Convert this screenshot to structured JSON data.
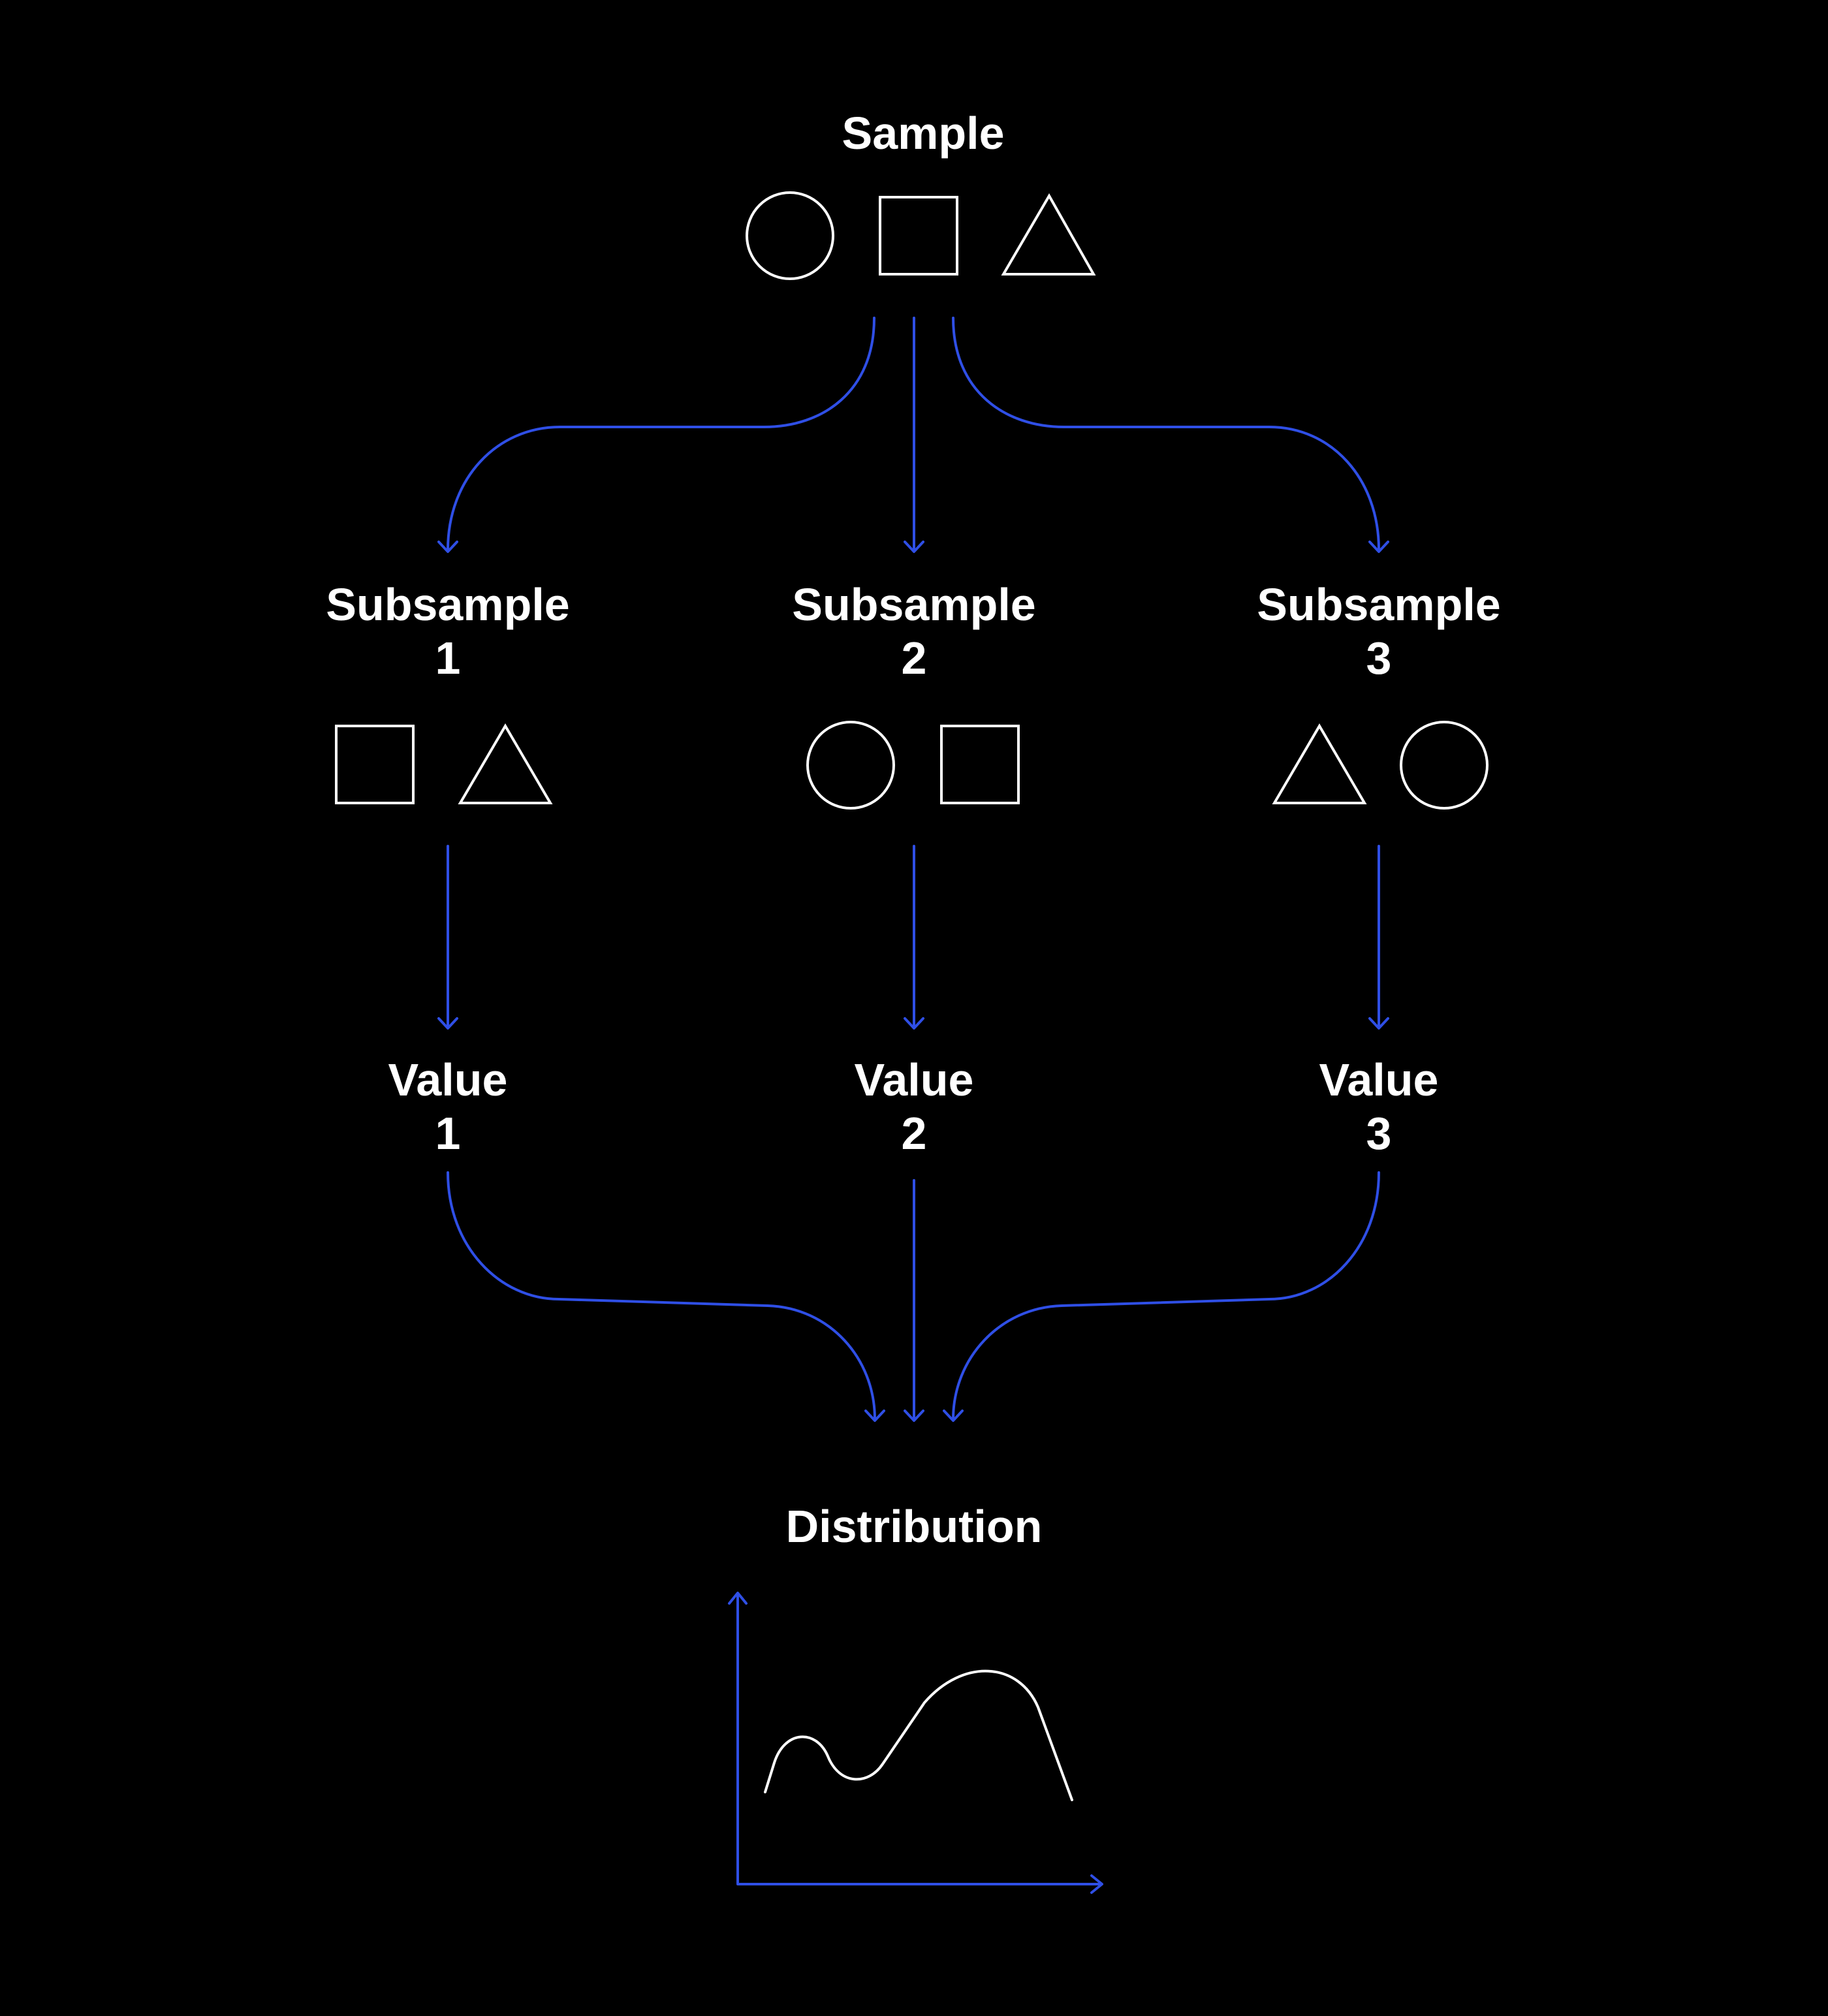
{
  "colors": {
    "background": "#000000",
    "arrow": "#2f4fe6",
    "shape": "#ffffff",
    "text": "#ffffff"
  },
  "sample": {
    "label": "Sample",
    "shapes": [
      "circle",
      "square",
      "triangle"
    ]
  },
  "subsamples": [
    {
      "label_line1": "Subsample",
      "label_line2": "1",
      "shapes": [
        "square",
        "triangle"
      ]
    },
    {
      "label_line1": "Subsample",
      "label_line2": "2",
      "shapes": [
        "circle",
        "square"
      ]
    },
    {
      "label_line1": "Subsample",
      "label_line2": "3",
      "shapes": [
        "triangle",
        "circle"
      ]
    }
  ],
  "values": [
    {
      "label_line1": "Value",
      "label_line2": "1"
    },
    {
      "label_line1": "Value",
      "label_line2": "2"
    },
    {
      "label_line1": "Value",
      "label_line2": "3"
    }
  ],
  "distribution": {
    "label": "Distribution"
  }
}
